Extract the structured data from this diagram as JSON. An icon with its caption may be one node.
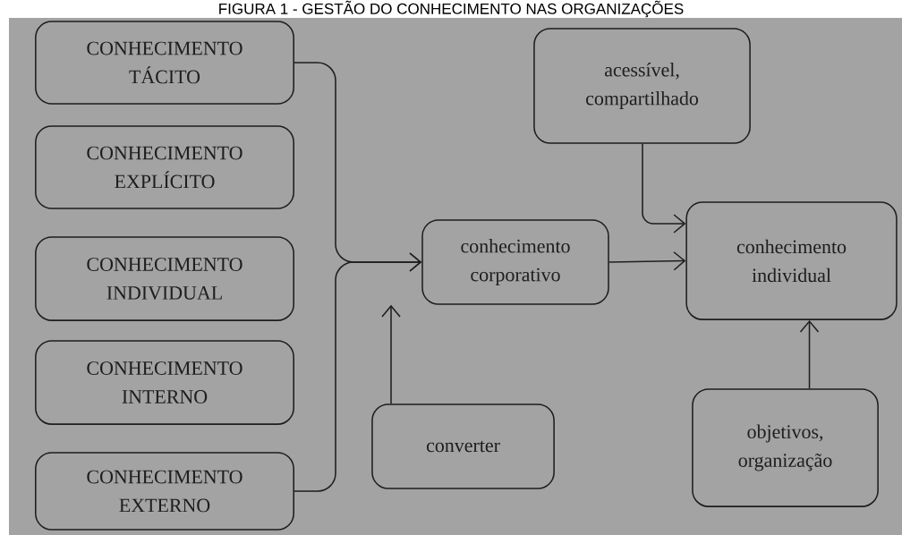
{
  "diagram": {
    "title": "FIGURA 1 - GESTÃO DO CONHECIMENTO NAS ORGANIZAÇÕES",
    "nodes": [
      {
        "text": [
          "CONHECIMENTO TÁCITO"
        ]
      },
      {
        "text": [
          "CONHECIMENTO EXPLÍCITO"
        ]
      },
      {
        "text": [
          "CONHECIMENTO INDIVIDUAL"
        ]
      },
      {
        "text": [
          "CONHECIMENTO INTERNO"
        ]
      },
      {
        "text": [
          "CONHECIMENTO EXTERNO"
        ]
      },
      {
        "text": [
          "acessível, compartilhado"
        ]
      },
      {
        "text": [
          "conhecimento corporativo"
        ]
      },
      {
        "text": [
          "conhecimento individual"
        ]
      },
      {
        "text": [
          "converter"
        ]
      },
      {
        "text": [
          "objetivos, organização"
        ]
      }
    ],
    "edges": [
      {
        "from": 0,
        "to": 6,
        "arrow": "to"
      },
      {
        "from": 4,
        "to": 6,
        "arrow": "to"
      },
      {
        "from": 8,
        "to": 6,
        "arrow": "to"
      },
      {
        "from": 6,
        "to": 7,
        "arrow": "to"
      },
      {
        "from": 5,
        "to": 7,
        "arrow": "to"
      },
      {
        "from": 9,
        "to": 7,
        "arrow": "to"
      }
    ]
  }
}
